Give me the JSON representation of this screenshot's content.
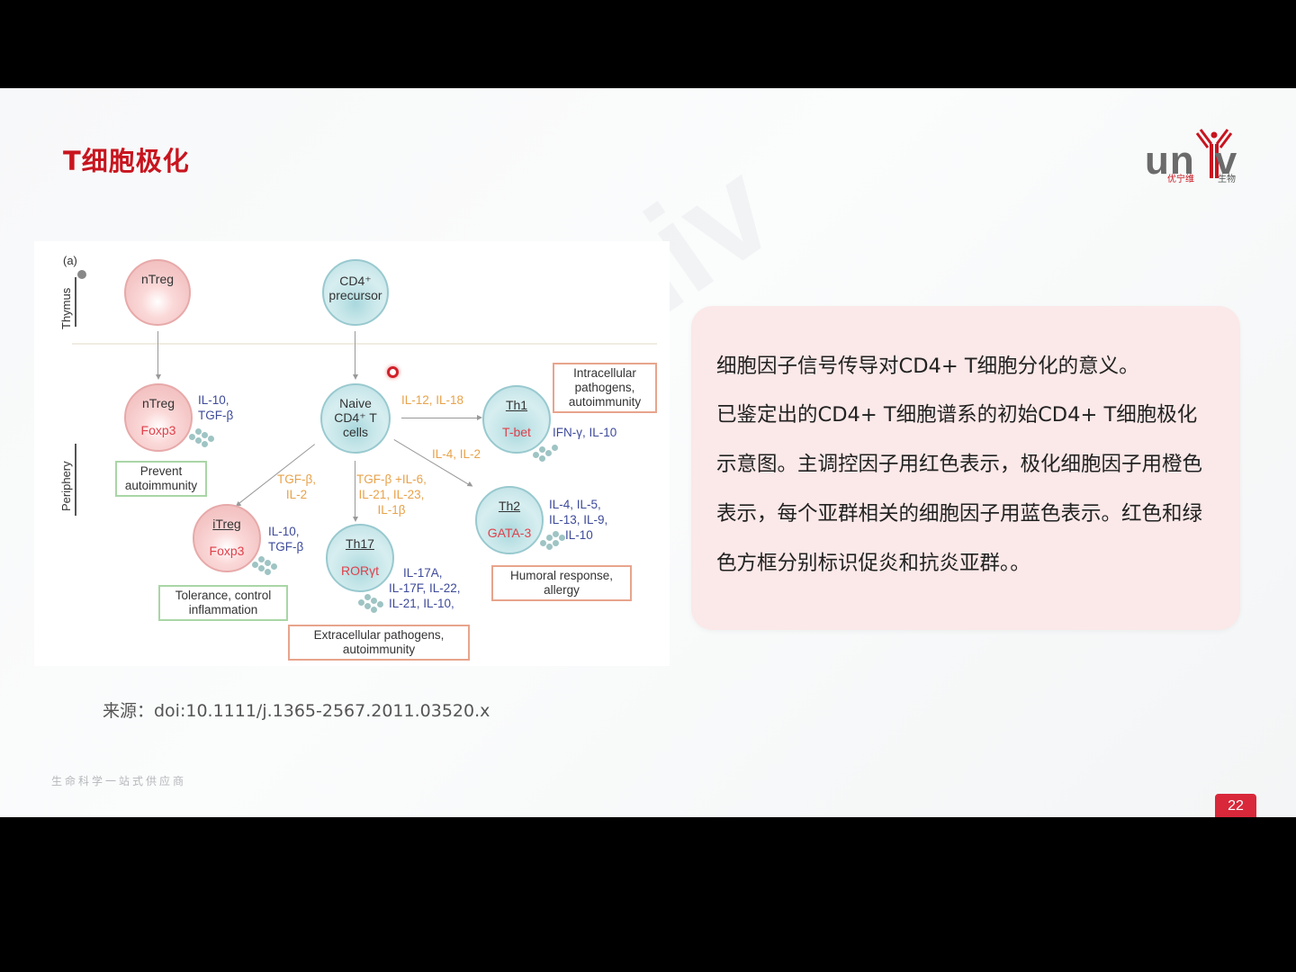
{
  "slide": {
    "title": "T细胞极化",
    "page_number": "22",
    "source": "来源：doi:10.1111/j.1365-2567.2011.03520.x",
    "tagline": "生命科学一站式供应商",
    "watermark": "univ"
  },
  "logo": {
    "text": "univ",
    "cn_left": "优宁维",
    "cn_right": "生物",
    "brand_color": "#c8151f",
    "text_color": "#6b6b6b"
  },
  "figure": {
    "panel_label": "(a)",
    "regions": {
      "top": "Thymus",
      "bottom": "Periphery"
    },
    "cells": {
      "ntreg_thymus": {
        "name": "nTreg"
      },
      "cd4_precursor": {
        "name_line1": "CD4⁺",
        "name_line2": "precursor"
      },
      "ntreg_periphery": {
        "name": "nTreg",
        "factor": "Foxp3",
        "cytokines": [
          "IL-10,",
          "TGF-β"
        ]
      },
      "naive": {
        "line1": "Naive",
        "line2": "CD4⁺ T",
        "line3": "cells"
      },
      "th1": {
        "name": "Th1",
        "factor": "T-bet",
        "cytokines": "IFN-γ, IL-10"
      },
      "itreg": {
        "name": "iTreg",
        "factor": "Foxp3",
        "cytokines": [
          "IL-10,",
          "TGF-β"
        ]
      },
      "th17": {
        "name": "Th17",
        "factor": "RORγt",
        "cytokines": [
          "IL-17A,",
          "IL-17F, IL-22,",
          "IL-21, IL-10,"
        ]
      },
      "th2": {
        "name": "Th2",
        "factor": "GATA-3",
        "cytokines": [
          "IL-4, IL-5,",
          "IL-13, IL-9,",
          "IL-10"
        ]
      }
    },
    "polarizing": {
      "th1": "IL-12, IL-18",
      "th2": "IL-4, IL-2",
      "itreg": [
        "TGF-β,",
        "IL-2"
      ],
      "th17": [
        "TGF-β +IL-6,",
        "IL-21, IL-23,",
        "IL-1β"
      ]
    },
    "outcomes": {
      "ntreg": [
        "Prevent",
        "autoimmunity"
      ],
      "th1": [
        "Intracellular",
        "pathogens,",
        "autoimmunity"
      ],
      "itreg": [
        "Tolerance, control",
        "inflammation"
      ],
      "th17": [
        "Extracellular pathogens,",
        "autoimmunity"
      ],
      "th2": [
        "Humoral response,",
        "allergy"
      ]
    },
    "colors": {
      "master_regulator": "#e0404a",
      "polarizing_cytokine": "#e8a24a",
      "effector_cytokine": "#3d4a9a",
      "anti_inflammatory_box": "#a9d6a6",
      "pro_inflammatory_box": "#e8a48c"
    }
  },
  "description": {
    "lines": [
      "细胞因子信号传导对CD4+ T细胞分化的意义。",
      "已鉴定出的CD4+ T细胞谱系的初始CD4+ T细胞极化",
      "示意图。主调控因子用红色表示，极化细胞因子用橙色",
      "表示，每个亚群相关的细胞因子用蓝色表示。红色和绿",
      "色方框分别标识促炎和抗炎亚群。。"
    ]
  }
}
